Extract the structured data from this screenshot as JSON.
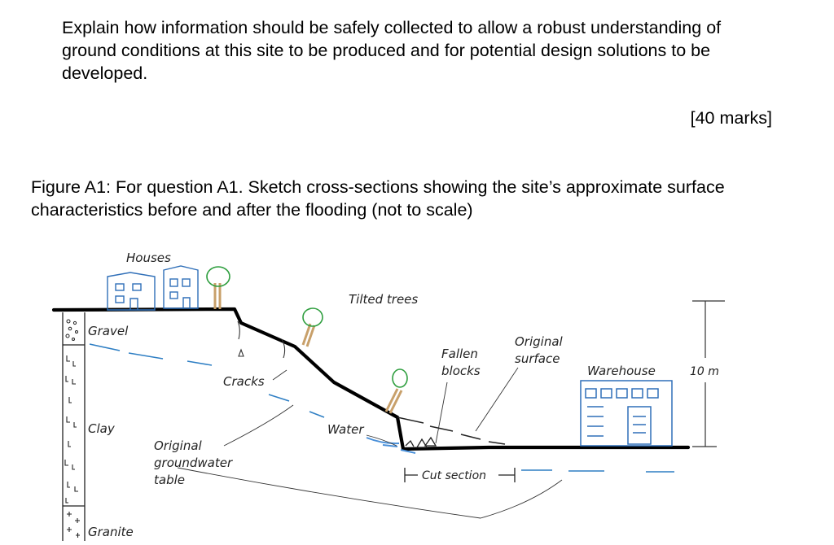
{
  "question": {
    "text": "Explain how information should be safely collected to allow a robust understanding of ground conditions at this site to be produced and for potential design solutions to be developed.",
    "marks": "[40 marks]"
  },
  "figure": {
    "caption": "Figure A1: For question A1. Sketch cross-sections showing the site’s approximate surface characteristics before and after the flooding (not to scale)",
    "labels": {
      "houses": "Houses",
      "tilted_trees": "Tilted trees",
      "gravel": "Gravel",
      "clay": "Clay",
      "granite": "Granite",
      "cracks": "Cracks",
      "water": "Water",
      "fallen_blocks_1": "Fallen",
      "fallen_blocks_2": "blocks",
      "original_surface_1": "Original",
      "original_surface_2": "surface",
      "warehouse": "Warehouse",
      "height": "10 m",
      "groundwater_1": "Original",
      "groundwater_2": "groundwater",
      "groundwater_3": "table",
      "cut_section": "Cut section"
    },
    "colors": {
      "ground_line": "#000000",
      "groundwater": "#2f7fc4",
      "water_pool": "#4a90d9",
      "building": "#2f6fb8",
      "tree_canopy": "#2e9e3e",
      "tree_trunk": "#c8a06a",
      "annotation": "#333333"
    }
  }
}
